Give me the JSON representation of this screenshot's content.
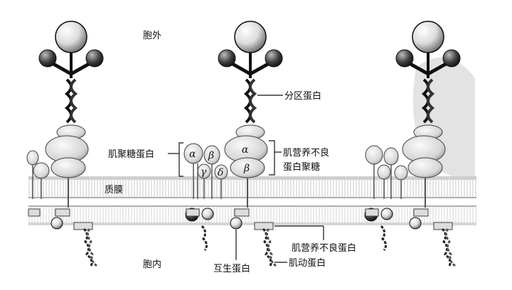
{
  "labels": {
    "outside": "胞外",
    "inside": "胞内",
    "dystroglycan": "分区蛋白",
    "sarcoglycan": "肌聚糖蛋白",
    "dystroglycan_complex_line1": "肌营养不良",
    "dystroglycan_complex_line2": "蛋白聚糖",
    "membrane": "质膜",
    "dystrophin": "肌营养不良蛋白",
    "syntrophin": "互生蛋白",
    "actin": "肌动蛋白"
  },
  "subunits": {
    "alpha": "α",
    "beta": "β",
    "gamma": "γ",
    "delta": "δ"
  },
  "colors": {
    "ink": "#111111",
    "sphere_light": "#f2f2f2",
    "sphere_dark": "#5a5a5a",
    "oval_fill": "#e0e0e0",
    "membrane": "#9a9a9a",
    "watermark": "#d8d8d8"
  }
}
